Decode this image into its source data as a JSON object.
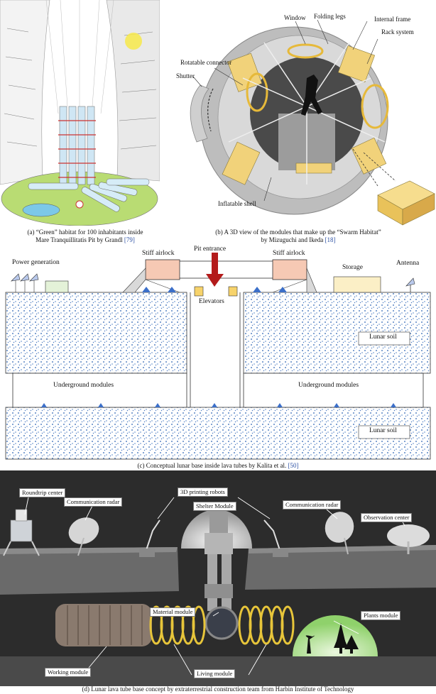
{
  "panel_a": {
    "caption_line1": "(a) “Green” habitat for 100 inhabitants inside",
    "caption_line2": "Mare Tranquillitatis Pit by Grandl ",
    "caption_ref": "[79]"
  },
  "panel_b": {
    "labels": {
      "window": "Window",
      "folding_legs": "Folding legs",
      "internal_frame": "Internal frame",
      "rack_system": "Rack system",
      "rotatable_connector": "Rotatable connector",
      "shutter": "Shutter",
      "inflatable_shell": "Inflatable shell"
    },
    "caption_line1": "(b) A 3D view of the modules that make up the “Swarm Habitat”",
    "caption_line2": "by Mizuguchi and Ikeda ",
    "caption_ref": "[18]"
  },
  "panel_c": {
    "labels": {
      "power_generation": "Power generation",
      "stiff_airlock_left": "Stiff airlock",
      "pit_entrance": "Pit entrance",
      "stiff_airlock_right": "Stiff airlock",
      "storage": "Storage",
      "antenna": "Antenna",
      "elevators": "Elevators",
      "lunar_soil_upper": "Lunar soil",
      "underground_modules_left": "Underground modules",
      "underground_modules_right": "Underground modules",
      "lunar_soil_lower": "Lunar soil"
    },
    "caption": "(c) Conceptual lunar base inside lava tubes by Kalita et al. ",
    "caption_ref": "[50]"
  },
  "panel_d": {
    "labels": {
      "roundtrip_center": "Roundtrip center",
      "communication_radar_left": "Communication radar",
      "printing_robots": "3D printing robots",
      "communication_radar_right": "Communication radar",
      "observation_center": "Observation center",
      "shelter_module": "Shelter Module",
      "material_module": "Material module",
      "plants_module": "Plants module",
      "working_module": "Working module",
      "living_module": "Living module"
    },
    "caption": "(d) Lunar lava tube base concept by extraterrestrial construction team from Harbin Institute of Technology"
  },
  "colors": {
    "airlock": "#f6c9b4",
    "storage": "#fbefc6",
    "pit_arrow": "#b31b1b",
    "elevator": "#f7d36b",
    "marker": "#3b6fc9",
    "soil_dot": "#5b86c4",
    "plants": "#8fd16b",
    "coil": "#e7c53a"
  }
}
